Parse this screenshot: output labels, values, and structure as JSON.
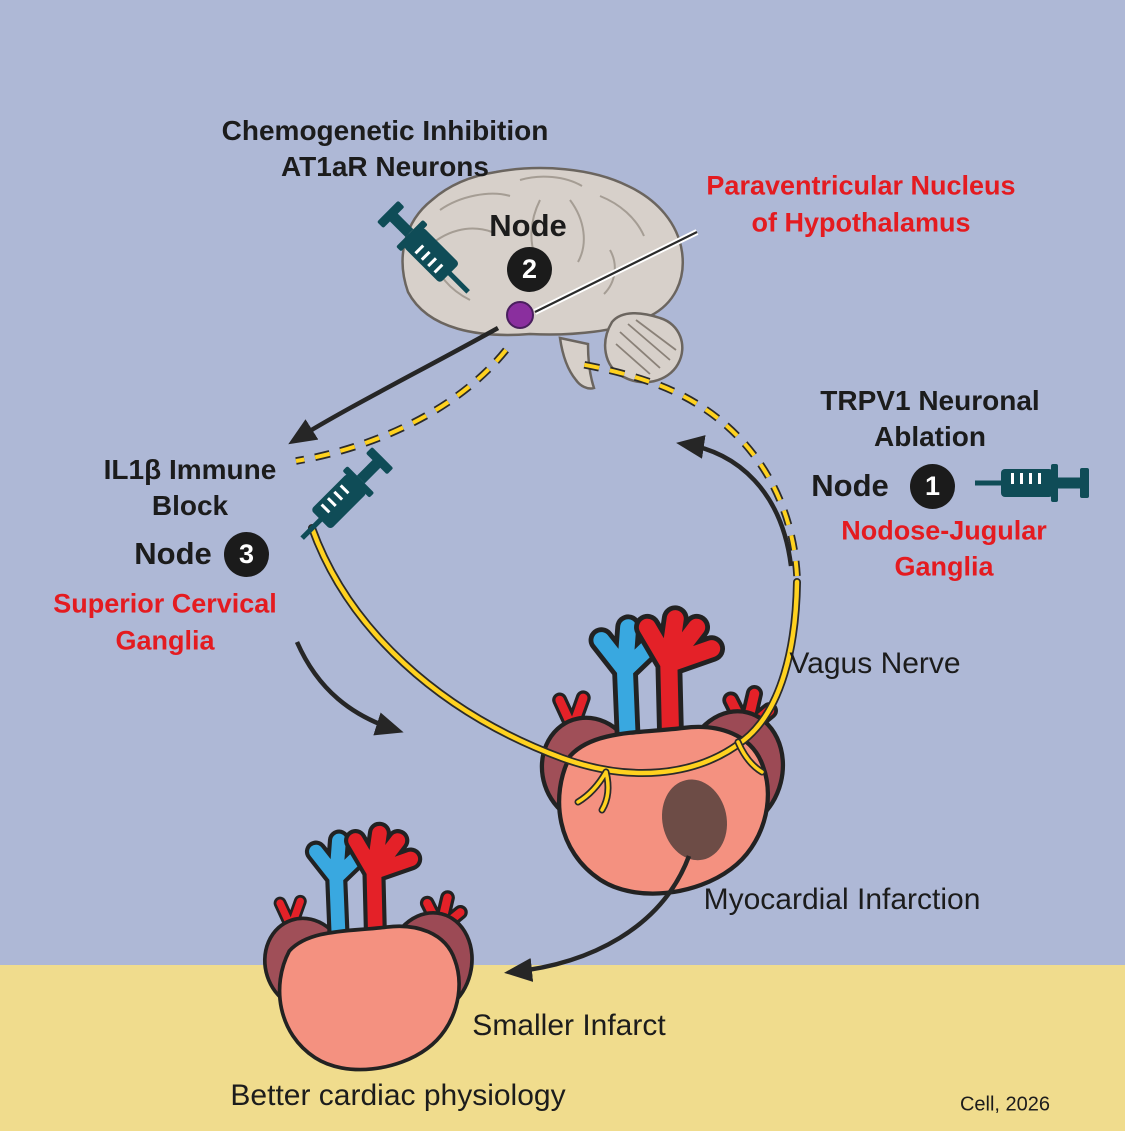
{
  "colors": {
    "sky_background": "#aeb8d6",
    "sand_background": "#f0dc8d",
    "red_label": "#e41b20",
    "node_circle": "#1b1b1b",
    "nerve_yellow": "#ffd21f",
    "syringe_teal": "#0f4c57",
    "pvn_purple": "#8a2f9e"
  },
  "brain": {
    "title_line1": "Chemogenetic Inhibition",
    "title_line2": "AT1aR Neurons",
    "node_label": "Node",
    "node_number": "2",
    "target_line1": "Paraventricular Nucleus",
    "target_line2": "of Hypothalamus"
  },
  "node1": {
    "heading_line1": "TRPV1 Neuronal",
    "heading_line2": "Ablation",
    "node_label": "Node",
    "node_number": "1",
    "target_line1": "Nodose-Jugular",
    "target_line2": "Ganglia"
  },
  "node3": {
    "heading_line1": "IL1β Immune",
    "heading_line2": "Block",
    "node_label": "Node",
    "node_number": "3",
    "target_line1": "Superior Cervical",
    "target_line2": "Ganglia"
  },
  "labels": {
    "vagus_nerve": "Vagus Nerve",
    "myocardial_infarction": "Myocardial Infarction",
    "smaller_infarct": "Smaller Infarct",
    "better_physiology": "Better cardiac physiology",
    "credit": "Cell, 2026"
  }
}
